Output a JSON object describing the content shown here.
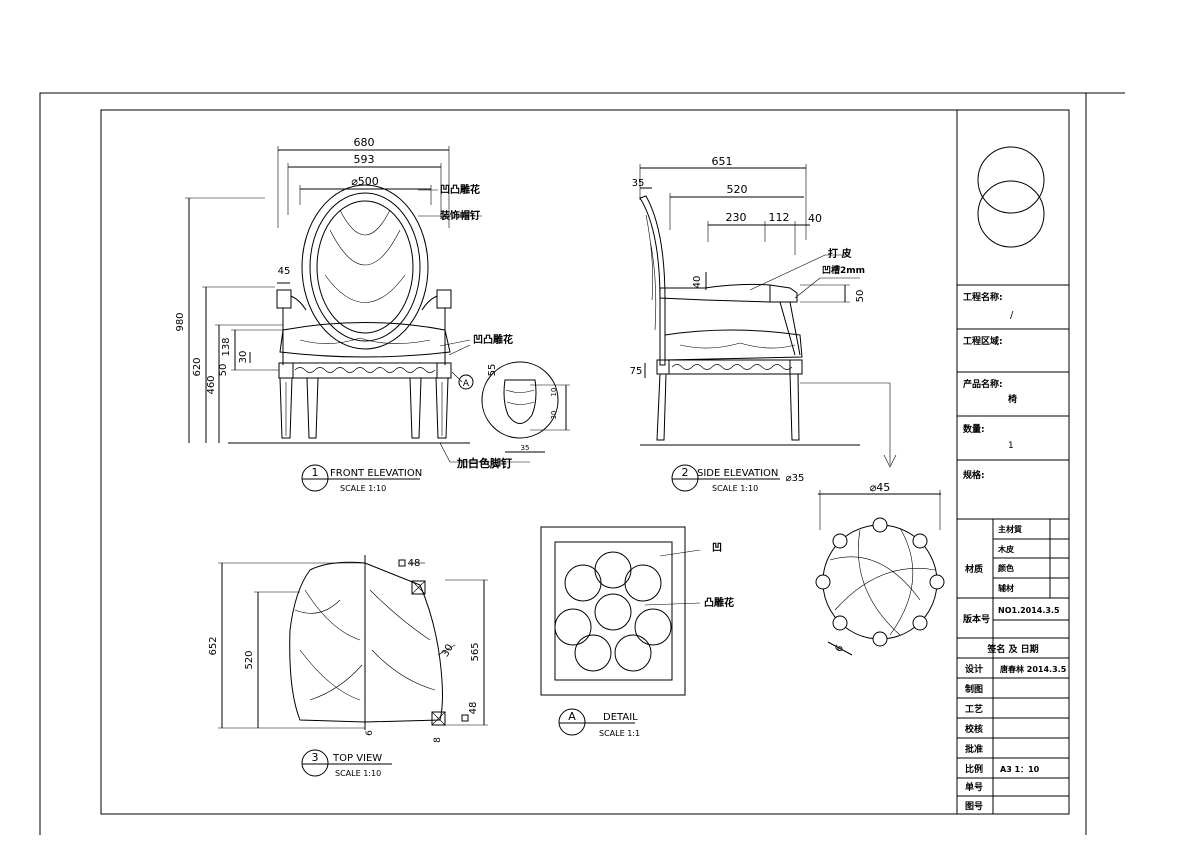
{
  "views": {
    "front": {
      "number": "1",
      "title": "FRONT ELEVATION",
      "scale": "SCALE 1:10"
    },
    "side": {
      "number": "2",
      "title": "SIDE ELEVATION",
      "scale": "SCALE 1:10"
    },
    "top": {
      "number": "3",
      "title": "TOP VIEW",
      "scale": "SCALE 1:10"
    },
    "detail": {
      "number": "A",
      "title": "DETAIL",
      "scale": "SCALE 1:1"
    }
  },
  "front_dims": {
    "width_total": "680",
    "width_inner": "593",
    "back_diameter": "⌀500",
    "arm_45": "45",
    "height_total": "980",
    "height_arm": "620",
    "height_seat": "460",
    "d_138": "138",
    "d_30": "30",
    "d_50": "50",
    "d_55": "55",
    "d_10": "10",
    "d_30b": "30",
    "d_35": "35"
  },
  "front_labels": {
    "carving_top": "凹凸雕花",
    "nail_trim": "装饰帽钉",
    "carving_seat": "凹凸雕花",
    "foot_nail": "加白色脚钉",
    "callout": "A"
  },
  "side_dims": {
    "depth_total": "651",
    "d_35": "35",
    "d_520": "520",
    "d_230": "230",
    "d_112": "112",
    "d_40": "40",
    "d_40b": "40",
    "d_50": "50",
    "d_75": "75",
    "d_35b": "⌀35"
  },
  "side_labels": {
    "leather": "打 皮",
    "groove": "凹槽2mm"
  },
  "top_dims": {
    "d_652": "652",
    "d_520": "520",
    "d_565": "565",
    "d_48a": "48",
    "d_48b": "48",
    "d_30": "30",
    "d_6": "6",
    "d_8": "8"
  },
  "detail_labels": {
    "recess": "凹",
    "relief": "凸雕花"
  },
  "round_detail": {
    "diameter": "⌀45",
    "d_6": "6"
  },
  "title_block": {
    "project_name_label": "工程名称:",
    "project_name_value": "/",
    "project_area_label": "工程区域:",
    "product_name_label": "产品名称:",
    "product_name_value": "椅",
    "quantity_label": "数量:",
    "quantity_value": "1",
    "spec_label": "规格:",
    "material_label": "材质",
    "material_rows": [
      "主材質",
      "木皮",
      "颜色",
      "辅材"
    ],
    "version_label": "版本号",
    "version_value": "NO1.2014.3.5",
    "sign_header": "签名 及 日期",
    "rows": [
      {
        "label": "设计",
        "value": "唐春林 2014.3.5"
      },
      {
        "label": "制图",
        "value": ""
      },
      {
        "label": "工艺",
        "value": ""
      },
      {
        "label": "校核",
        "value": ""
      },
      {
        "label": "批准",
        "value": ""
      },
      {
        "label": "比例",
        "value": "A3 1：10"
      },
      {
        "label": "单号",
        "value": ""
      },
      {
        "label": "图号",
        "value": ""
      }
    ]
  }
}
